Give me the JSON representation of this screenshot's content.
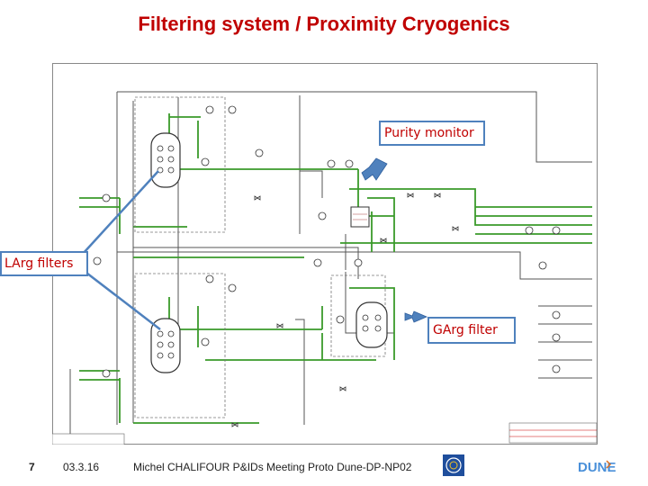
{
  "slide": {
    "title": "Filtering system / Proximity Cryogenics",
    "callouts": {
      "purity_monitor": "Purity monitor",
      "larg_filters": "LArg filters",
      "garg_filter": "GArg filter"
    },
    "footer": {
      "slide_number": "7",
      "date": "03.3.16",
      "author_text": "Michel CHALIFOUR P&IDs Meeting Proto Dune-DP-NP02"
    },
    "logo_text": "DUNE"
  },
  "colors": {
    "title": "#c00000",
    "callout_border": "#4f81bd",
    "callout_text": "#c00000",
    "pipe_green": "#3a9a2a",
    "pipe_gray": "#555555",
    "arrow_fill": "#4f81bd"
  }
}
